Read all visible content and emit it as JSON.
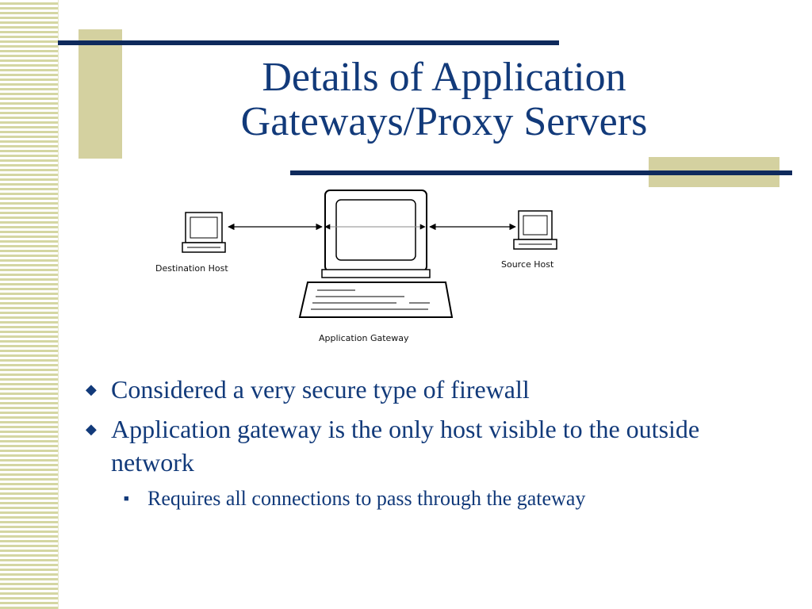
{
  "slide": {
    "title_line1": "Details of Application",
    "title_line2": "Gateways/Proxy Servers"
  },
  "diagram": {
    "destination_label": "Destination Host",
    "source_label": "Source Host",
    "gateway_label": "Application Gateway"
  },
  "bullets": [
    {
      "text": "Considered a very secure type of firewall"
    },
    {
      "text": "Application gateway is the only host visible to the outside network"
    }
  ],
  "sub_bullets": [
    {
      "text": "Requires all connections to pass through the gateway"
    }
  ],
  "colors": {
    "title": "#123a7a",
    "accent_navy": "#0f2a5c",
    "accent_tan": "#d4d1a0"
  }
}
